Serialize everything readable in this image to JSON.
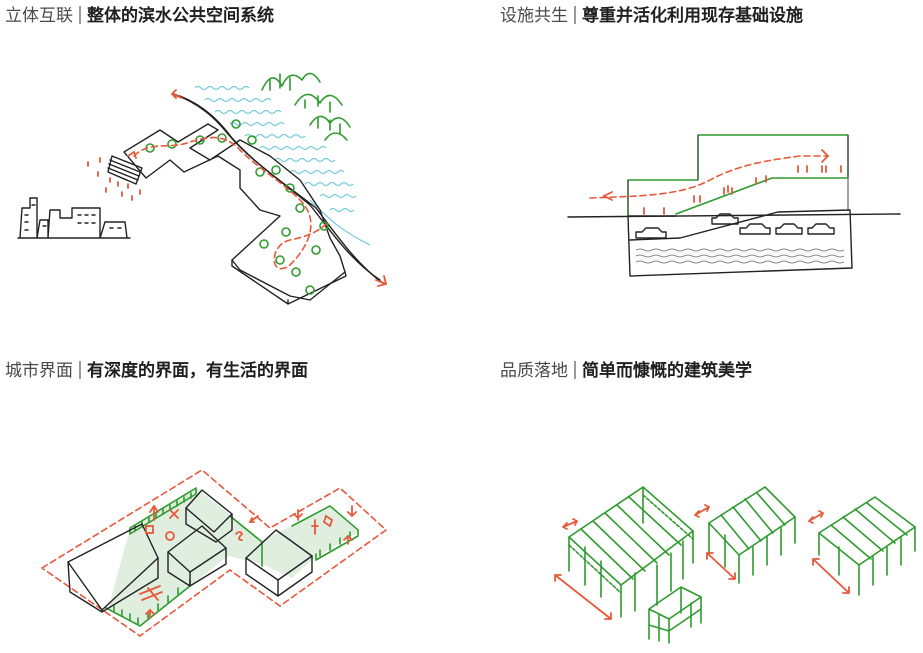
{
  "panels": [
    {
      "id": "interconnection",
      "lead": "立体互联",
      "main": "整体的滨水公共空间系统",
      "illustration": "waterfront-public-space-sketch"
    },
    {
      "id": "coexistence",
      "lead": "设施共生",
      "main": "尊重并活化利用现存基础设施",
      "illustration": "infrastructure-section-sketch"
    },
    {
      "id": "urban-interface",
      "lead": "城市界面",
      "main": "有深度的界面，有生活的界面",
      "illustration": "urban-interface-axonometric-sketch"
    },
    {
      "id": "quality",
      "lead": "品质落地",
      "main": "简单而慷慨的建筑美学",
      "illustration": "steel-frame-structures-sketch"
    }
  ],
  "colors": {
    "accent_red": "#e8583a",
    "accent_green": "#2f9b2f",
    "water_cyan": "#5cc4d6",
    "ink": "#222222"
  }
}
